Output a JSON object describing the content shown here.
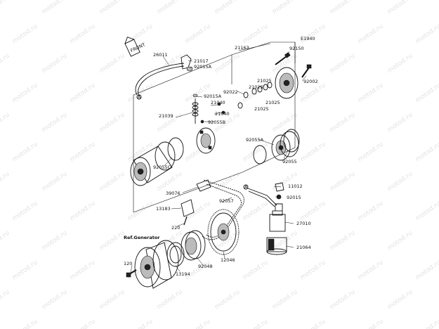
{
  "diagram": {
    "code": "E1940",
    "watermark": "motod.ru",
    "front_arrow": "FRONT",
    "reference": "Ref.Generator",
    "callouts": [
      "A",
      "A"
    ],
    "labels": [
      {
        "id": "92150",
        "text": "92150"
      },
      {
        "id": "21163",
        "text": "21163"
      },
      {
        "id": "26011",
        "text": "26011"
      },
      {
        "id": "21017",
        "text": "21017"
      },
      {
        "id": "92015A_top",
        "text": "92015A"
      },
      {
        "id": "92002",
        "text": "92002"
      },
      {
        "id": "92015A_mid",
        "text": "92015A"
      },
      {
        "id": "92022",
        "text": "92022"
      },
      {
        "id": "21025_a",
        "text": "21025"
      },
      {
        "id": "21025_b",
        "text": "21025"
      },
      {
        "id": "21025_c",
        "text": "21025"
      },
      {
        "id": "21025_d",
        "text": "21025"
      },
      {
        "id": "21040_a",
        "text": "21040"
      },
      {
        "id": "21040_b",
        "text": "21040"
      },
      {
        "id": "21039",
        "text": "21039"
      },
      {
        "id": "92055B",
        "text": "92055B"
      },
      {
        "id": "92055A",
        "text": "92055A"
      },
      {
        "id": "92055",
        "text": "92055"
      },
      {
        "id": "92055C",
        "text": "92055C"
      },
      {
        "id": "11012",
        "text": "11012"
      },
      {
        "id": "39076",
        "text": "39076"
      },
      {
        "id": "92015",
        "text": "92015"
      },
      {
        "id": "92057",
        "text": "92057"
      },
      {
        "id": "13183",
        "text": "13183"
      },
      {
        "id": "27010",
        "text": "27010"
      },
      {
        "id": "220",
        "text": "220"
      },
      {
        "id": "21064",
        "text": "21064"
      },
      {
        "id": "120",
        "text": "120"
      },
      {
        "id": "92048",
        "text": "92048"
      },
      {
        "id": "12046",
        "text": "12046"
      },
      {
        "id": "13194",
        "text": "13194"
      }
    ]
  }
}
